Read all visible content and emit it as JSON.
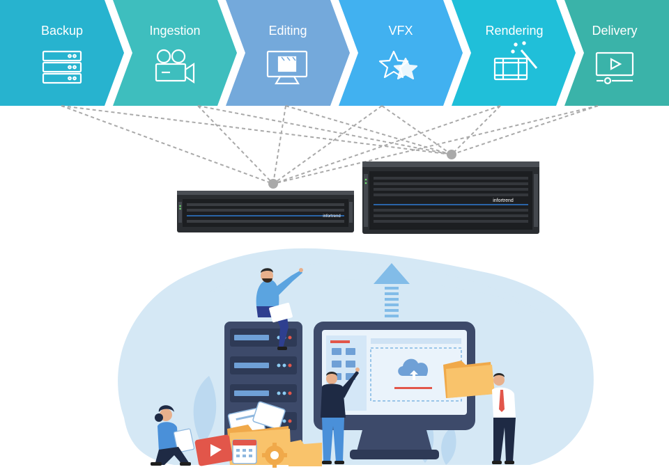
{
  "workflow": {
    "stages": [
      {
        "label": "Backup",
        "icon": "server-rack-icon",
        "color": "#27B3CF"
      },
      {
        "label": "Ingestion",
        "icon": "video-camera-icon",
        "color": "#3EBEBE"
      },
      {
        "label": "Editing",
        "icon": "monitor-clapperboard-icon",
        "color": "#74A9DB"
      },
      {
        "label": "VFX",
        "icon": "stars-icon",
        "color": "#41B1F0"
      },
      {
        "label": "Rendering",
        "icon": "film-magic-wand-icon",
        "color": "#20BFD9"
      },
      {
        "label": "Delivery",
        "icon": "play-screen-icon",
        "color": "#3AB3A9"
      }
    ]
  },
  "storage": {
    "left_brand": "infortrend",
    "right_brand": "infortrend",
    "chassis_color": "#2A2D31",
    "accent_color": "#2E7BD6"
  },
  "connection_color": "#A9A9A9",
  "illustration": {
    "blob_color": "#D5E8F5",
    "server_color": "#3D4A6A",
    "upload_arrow_color": "#82BCE8",
    "folder_color": "#F9C36B",
    "media_red": "#E2564A"
  }
}
